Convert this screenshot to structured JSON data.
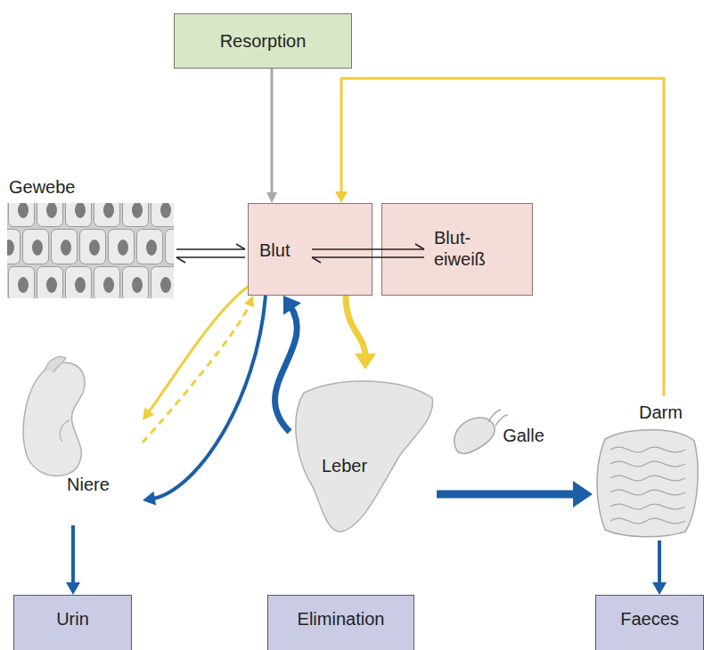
{
  "diagram": {
    "nodes": [
      {
        "text": [
          "Resorption"
        ]
      },
      {
        "text": [
          "Blut"
        ]
      },
      {
        "text": [
          "Blut- eiweiß"
        ]
      },
      {
        "text": [
          "Gewebe"
        ]
      },
      {
        "text": [
          "Niere"
        ]
      },
      {
        "text": [
          "Leber"
        ]
      },
      {
        "text": [
          "Darm"
        ]
      },
      {
        "text": [
          "Urin"
        ]
      },
      {
        "text": [
          "Elimination"
        ]
      },
      {
        "text": [
          "Faeces"
        ]
      }
    ],
    "edges": [
      {
        "from": 0,
        "to": 1,
        "arrow": "to"
      },
      {
        "from": 3,
        "to": 1,
        "arrow": "both"
      },
      {
        "from": 1,
        "to": 2,
        "arrow": "both"
      },
      {
        "from": 1,
        "to": 4,
        "arrow": "to"
      },
      {
        "from": 4,
        "to": 1,
        "arrow": "to"
      },
      {
        "from": 1,
        "to": 4,
        "arrow": "to"
      },
      {
        "from": 1,
        "to": 5,
        "arrow": "to"
      },
      {
        "from": 5,
        "to": 1,
        "arrow": "to"
      },
      {
        "from": 5,
        "to": 6,
        "label": "Galle",
        "arrow": "to"
      },
      {
        "from": 6,
        "to": 1,
        "arrow": "to"
      },
      {
        "from": 4,
        "to": 7,
        "arrow": "to"
      },
      {
        "from": 6,
        "to": 9,
        "arrow": "to"
      }
    ]
  }
}
